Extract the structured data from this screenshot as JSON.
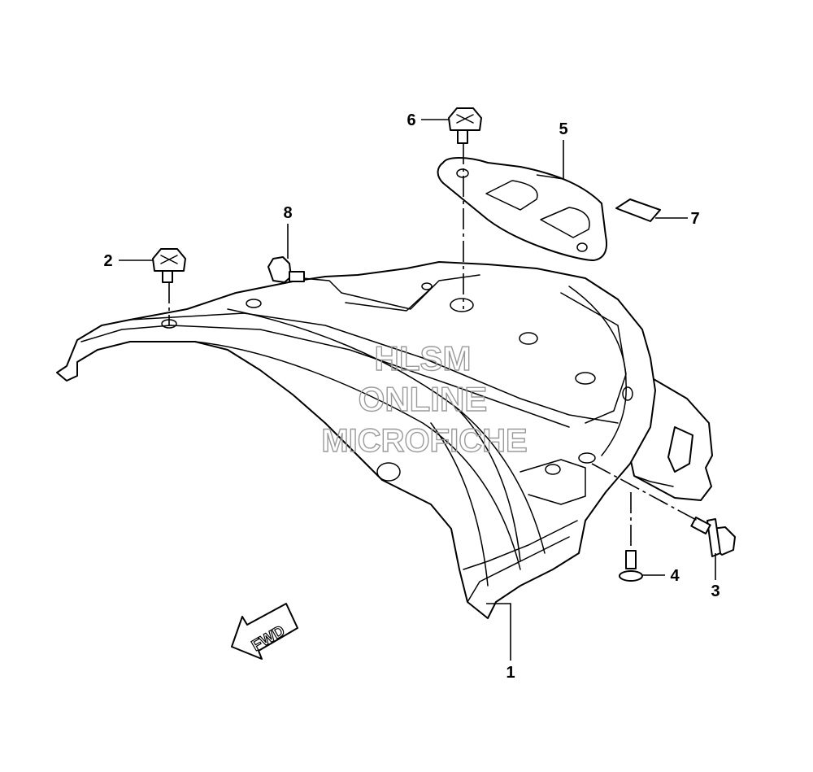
{
  "callouts": [
    "1",
    "2",
    "3",
    "4",
    "5",
    "6",
    "7",
    "8"
  ],
  "direction_badge": "FWD",
  "watermark": {
    "line1": "HLSM",
    "line2": "ONLINE",
    "line3": "MICROFICHE"
  }
}
